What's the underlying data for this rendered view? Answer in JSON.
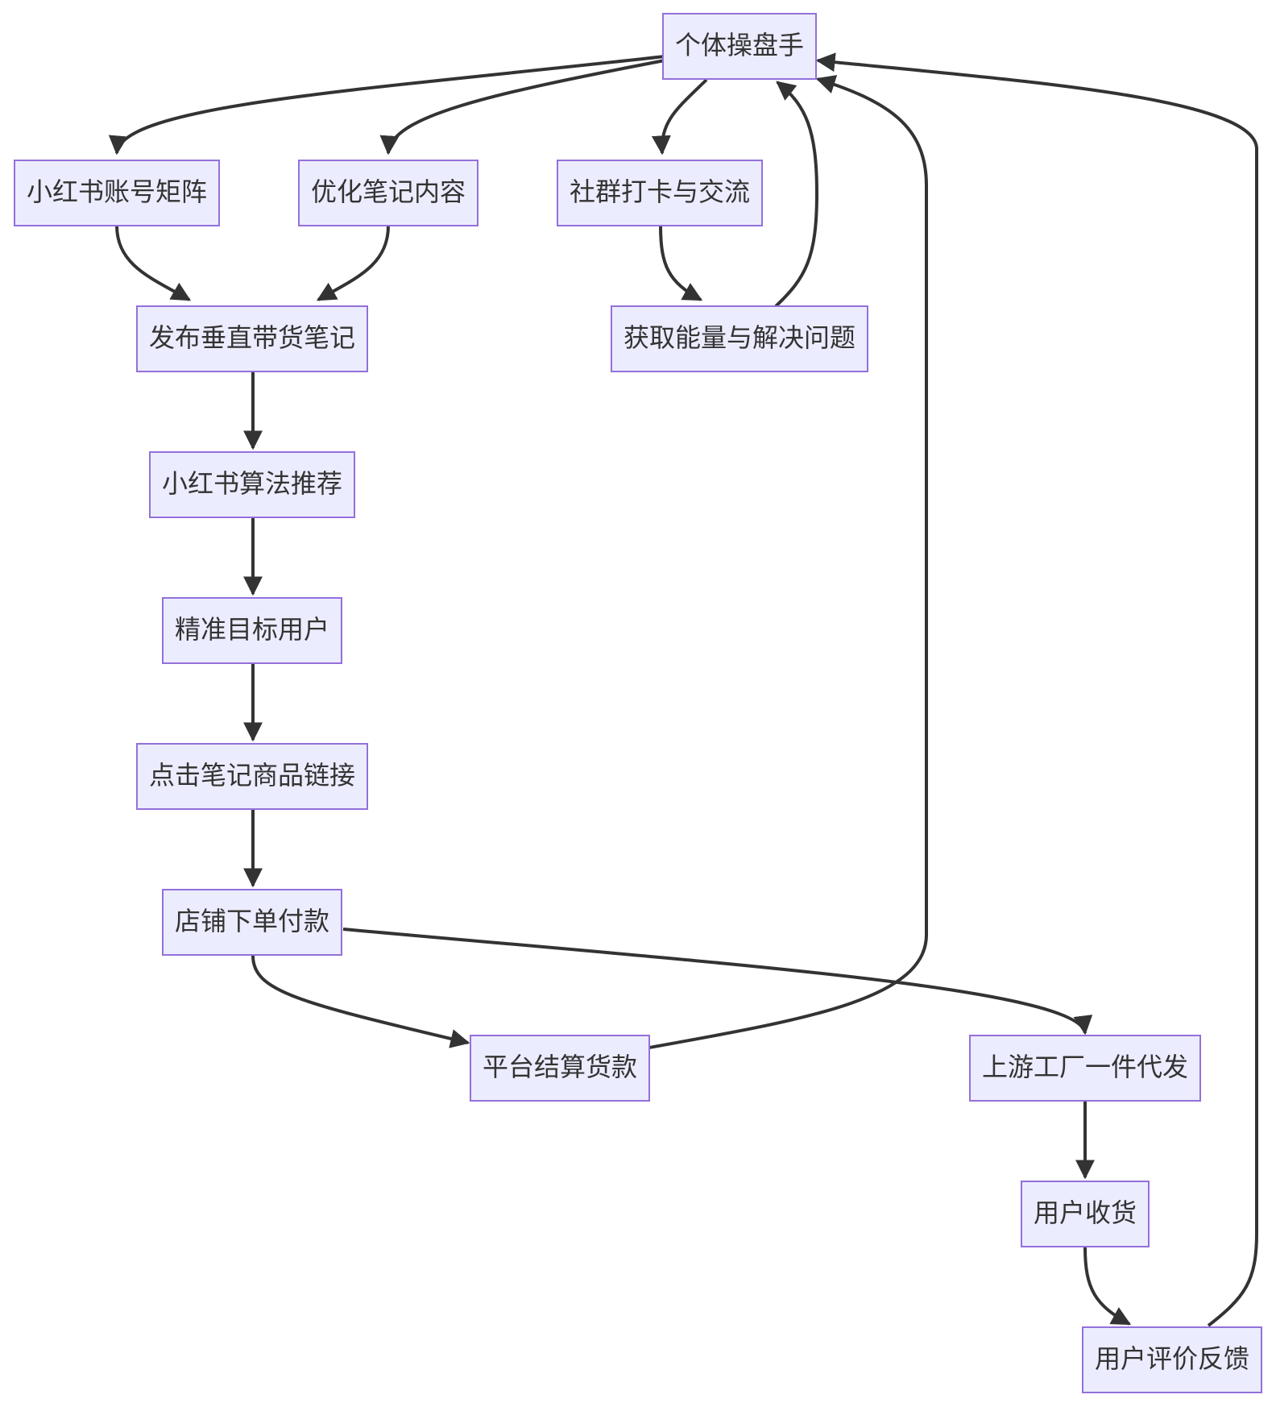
{
  "diagram": {
    "type": "flowchart",
    "node_fill": "#ECECFF",
    "node_stroke": "#9370DB",
    "edge_color": "#333333",
    "text_color": "#333333",
    "nodes": {
      "trader": "个体操盘手",
      "matrix": "小红书账号矩阵",
      "optimize": "优化笔记内容",
      "community": "社群打卡与交流",
      "publish": "发布垂直带货笔记",
      "energy": "获取能量与解决问题",
      "algorithm": "小红书算法推荐",
      "target": "精准目标用户",
      "click": "点击笔记商品链接",
      "order": "店铺下单付款",
      "settle": "平台结算货款",
      "factory": "上游工厂一件代发",
      "receive": "用户收货",
      "review": "用户评价反馈"
    },
    "edges": [
      [
        "trader",
        "matrix"
      ],
      [
        "trader",
        "optimize"
      ],
      [
        "trader",
        "community"
      ],
      [
        "matrix",
        "publish"
      ],
      [
        "optimize",
        "publish"
      ],
      [
        "community",
        "energy"
      ],
      [
        "energy",
        "trader"
      ],
      [
        "publish",
        "algorithm"
      ],
      [
        "algorithm",
        "target"
      ],
      [
        "target",
        "click"
      ],
      [
        "click",
        "order"
      ],
      [
        "order",
        "settle"
      ],
      [
        "order",
        "factory"
      ],
      [
        "settle",
        "trader"
      ],
      [
        "factory",
        "receive"
      ],
      [
        "receive",
        "review"
      ],
      [
        "review",
        "trader"
      ]
    ]
  }
}
